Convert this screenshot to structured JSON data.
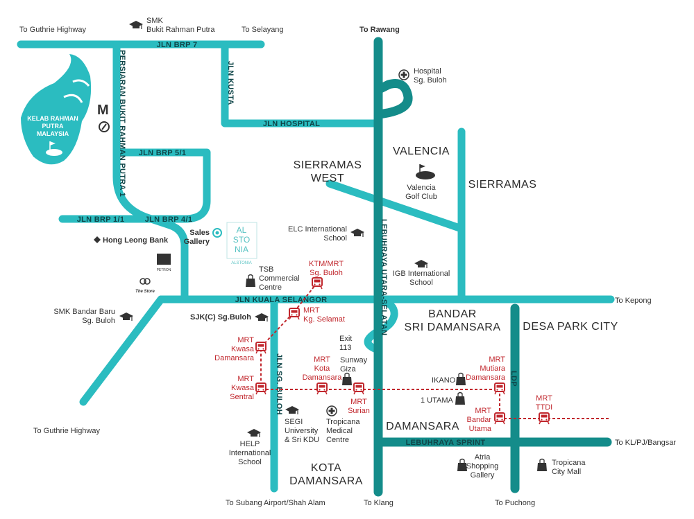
{
  "colors": {
    "main_road": "#2bbcc0",
    "highway": "#148c8a",
    "rail": "#c1272d",
    "text": "#333333",
    "logo": "#59c3c3"
  },
  "destinations": {
    "guthrie_top": "To Guthrie Highway",
    "selayang": "To Selayang",
    "rawang": "To Rawang",
    "kepong": "To Kepong",
    "kl_pj_bangsar": "To KL/PJ/Bangsar",
    "guthrie_bottom": "To Guthrie Highway",
    "subang": "To Subang Airport/Shah Alam",
    "klang": "To Klang",
    "puchong": "To Puchong"
  },
  "roads": {
    "brp7": "JLN BRP 7",
    "persiaran": "PERSIARAN BUKIT RAHMAN PUTRA 1",
    "kusta": "JLN KUSTA",
    "hospital": "JLN HOSPITAL",
    "brp51": "JLN BRP 5/1",
    "brp11": "JLN BRP 1/1",
    "brp41": "JLN BRP 4/1",
    "kuala_selangor": "JLN KUALA SELANGOR",
    "lebuhraya_utara": "LEBUHRAYA UTARA-SELATAN",
    "sg_buloh": "JLN SG. BULOH",
    "ldp": "LDP",
    "sprint": "LEBUHRAYA SPRINT",
    "exit": [
      "Exit",
      "113"
    ]
  },
  "areas": {
    "sierramas_west": [
      "SIERRAMAS",
      "WEST"
    ],
    "valencia": "VALENCIA",
    "sierramas": "SIERRAMAS",
    "bandar_sri_damansara": [
      "BANDAR",
      "SRI DAMANSARA"
    ],
    "desa_park_city": "DESA PARK CITY",
    "damansara": "DAMANSARA",
    "kota_damansara": [
      "KOTA",
      "DAMANSARA"
    ],
    "golf_club_name": [
      "KELAB RAHMAN",
      "PUTRA",
      "MALAYSIA"
    ]
  },
  "pois": {
    "smk_brp": [
      "SMK",
      "Bukit Rahman Putra"
    ],
    "hospital": [
      "Hospital",
      "Sg. Buloh"
    ],
    "valencia_golf": [
      "Valencia",
      "Golf Club"
    ],
    "elc": [
      "ELC International",
      "School"
    ],
    "igb": [
      "IGB International",
      "School"
    ],
    "sales_gallery": [
      "Sales",
      "Gallery"
    ],
    "tsb": [
      "TSB",
      "Commercial",
      "Centre"
    ],
    "hong_leong": "Hong Leong Bank",
    "petron": "PETRON",
    "the_store": "The Store",
    "smk_bbsb": [
      "SMK Bandar Baru",
      "Sg. Buloh"
    ],
    "sjkc": "SJK(C) Sg.Buloh",
    "sunway_giza": [
      "Sunway",
      "Giza"
    ],
    "ikano": "IKANO",
    "one_utama": "1 UTAMA",
    "segi": [
      "SEGI",
      "University",
      "& Sri KDU"
    ],
    "tropicana_medical": [
      "Tropicana",
      "Medical",
      "Centre"
    ],
    "help": [
      "HELP",
      "International",
      "School"
    ],
    "atria": [
      "Atria",
      "Shopping",
      "Gallery"
    ],
    "tropicana_mall": [
      "Tropicana",
      "City Mall"
    ]
  },
  "mrt_stations": {
    "ktm_sg_buloh": [
      "KTM/MRT",
      "Sg. Buloh"
    ],
    "kg_selamat": [
      "MRT",
      "Kg. Selamat"
    ],
    "kwasa_damansara": [
      "MRT",
      "Kwasa",
      "Damansara"
    ],
    "kwasa_sentral": [
      "MRT",
      "Kwasa",
      "Sentral"
    ],
    "kota_damansara": [
      "MRT",
      "Kota",
      "Damansara"
    ],
    "surian": [
      "MRT",
      "Surian"
    ],
    "mutiara_damansara": [
      "MRT",
      "Mutiara",
      "Damansara"
    ],
    "bandar_utama": [
      "MRT",
      "Bandar",
      "Utama"
    ],
    "ttdi": [
      "MRT",
      "TTDI"
    ]
  },
  "logo": {
    "letters": [
      "AL",
      "STO",
      "NIA"
    ],
    "caption": "ALSTONIA"
  },
  "icons": {
    "school": "graduation-cap-icon",
    "hospital": "medical-cross-icon",
    "golf": "golf-flag-icon",
    "shopping": "shopping-bag-icon",
    "mrt": "train-icon",
    "mcdonalds": "mcdonalds-icon",
    "petronas": "petronas-icon"
  }
}
